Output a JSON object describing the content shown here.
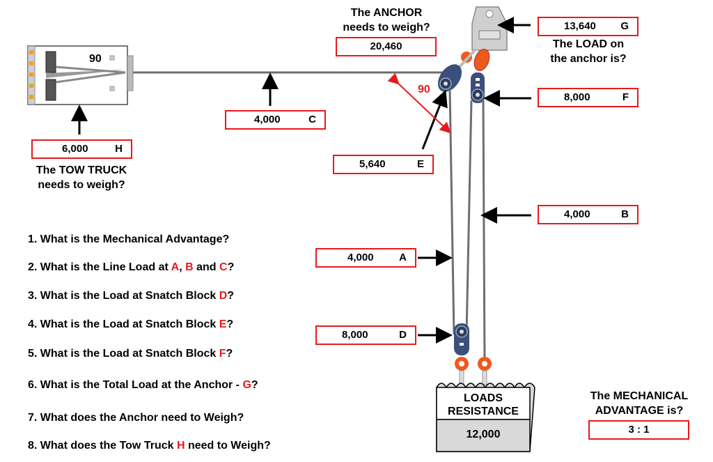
{
  "anchor": {
    "caption": [
      "The ANCHOR",
      "needs to weigh?"
    ],
    "value": "20,460"
  },
  "load_on_anchor": {
    "value": "13,640",
    "letter": "G",
    "caption": [
      "The LOAD on",
      "the anchor is?"
    ]
  },
  "truck": {
    "label": "90",
    "value": "6,000",
    "letter": "H",
    "caption": [
      "The TOW TRUCK",
      "needs to weigh?"
    ]
  },
  "line_c": {
    "value": "4,000",
    "letter": "C"
  },
  "block_f": {
    "value": "8,000",
    "letter": "F"
  },
  "block_e": {
    "value": "5,640",
    "letter": "E"
  },
  "angle": "90",
  "line_b": {
    "value": "4,000",
    "letter": "B"
  },
  "line_a": {
    "value": "4,000",
    "letter": "A"
  },
  "block_d": {
    "value": "8,000",
    "letter": "D"
  },
  "load": {
    "title": [
      "LOADS",
      "RESISTANCE"
    ],
    "value": "12,000"
  },
  "mechanical_advantage": {
    "caption": [
      "The MECHANICAL",
      "ADVANTAGE is?"
    ],
    "value": "3 : 1"
  },
  "questions": [
    {
      "pre": "1. What is the Mechanical Advantage?"
    },
    {
      "pre": "2. What is the Line Load at ",
      "r1": "A",
      "mid1": ", ",
      "r2": "B",
      "mid2": " and ",
      "r3": "C",
      "post": "?"
    },
    {
      "pre": "3. What is the Load at Snatch Block ",
      "r1": "D",
      "post": "?"
    },
    {
      "pre": "4. What is the Load at Snatch Block ",
      "r1": "E",
      "post": "?"
    },
    {
      "pre": "5. What is the Load at Snatch Block ",
      "r1": "F",
      "post": "?"
    },
    {
      "pre": "6. What is the Total Load at the Anchor - ",
      "r1": "G",
      "post": "?"
    },
    {
      "pre": "7. What does the Anchor need to Weigh?"
    },
    {
      "pre": "8. What does the Tow Truck ",
      "r1": "H",
      "post": " need to Weigh?"
    }
  ],
  "colors": {
    "accent_red": "#e8191c",
    "rope": "#6e6e6e",
    "pulley_blue": "#3a4f7a",
    "carabiner_orange": "#ee5a1c",
    "anchor_plate": "#c9c9c9",
    "truck_orange": "#f0a020"
  }
}
